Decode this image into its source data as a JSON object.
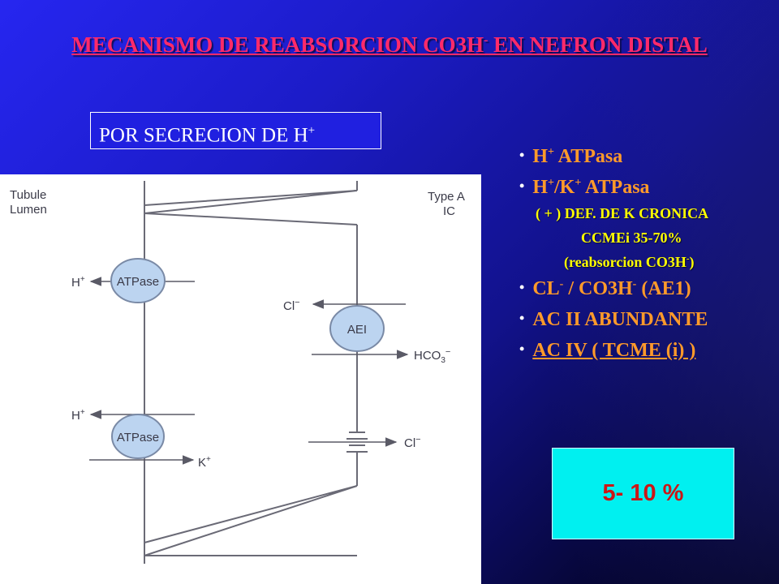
{
  "title": {
    "main": "MECANISMO DE REABSORCION CO3H",
    "sup": "-",
    "rest": " EN NEFRON DISTAL"
  },
  "mechanism_label": {
    "text": "POR SECRECION DE H",
    "sup": "+"
  },
  "diagram": {
    "lumen_label_1": "Tubule",
    "lumen_label_2": "Lumen",
    "cell_label_1": "Type A",
    "cell_label_2": "IC",
    "pump_top": "ATPase",
    "pump_top_ion": "H",
    "pump_bottom": "ATPase",
    "pump_bottom_ion_out": "H",
    "pump_bottom_ion_in": "K",
    "exchanger": "AEI",
    "exchanger_ion_in": "Cl",
    "exchanger_ion_out_main": "HCO",
    "exchanger_ion_out_sub": "3",
    "channel_ion": "Cl",
    "plus": "+",
    "minus": "−"
  },
  "list": {
    "item1": {
      "a": "H",
      "sup": "+",
      "b": " ATPasa"
    },
    "item2": {
      "a": "H",
      "sup1": "+",
      "b": "/K",
      "sup2": "+",
      "c": " ATPasa"
    },
    "sub1": "( + )  DEF. DE K CRONICA",
    "sub2": "CCMEi 35-70%",
    "sub3": {
      "a": "(reabsorcion CO3H",
      "sup": "-",
      "b": ")"
    },
    "item3": {
      "a": "CL",
      "sup1": "-",
      "b": " / CO3H",
      "sup2": "-",
      "c": " (AE1)"
    },
    "item4": "AC II ABUNDANTE",
    "item5": "AC IV ( TCME (i) )"
  },
  "percentage": "5- 10 %",
  "colors": {
    "title": "#ff2a6a",
    "list_text": "#ff9a2a",
    "sub_text": "#ffff00",
    "percent_box": "#00f0f0",
    "percent_text": "#cc1515",
    "diagram_circle": "#bcd4f0"
  }
}
